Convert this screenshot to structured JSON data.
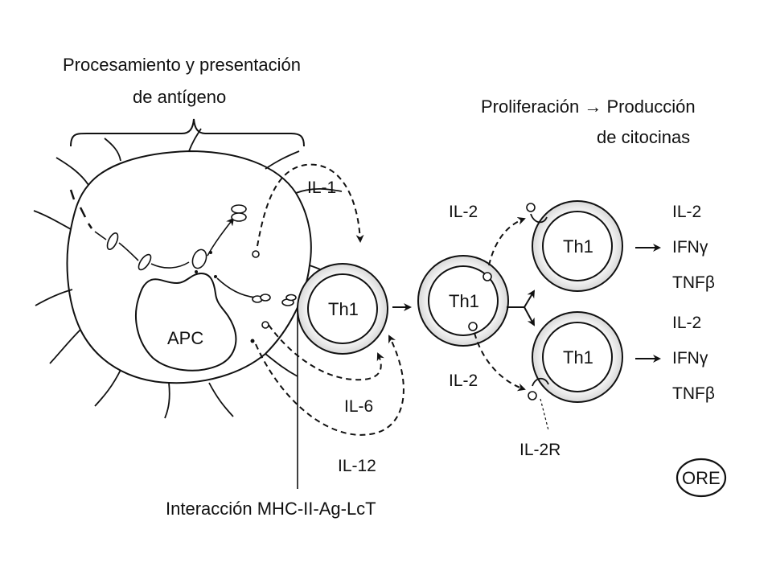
{
  "header": {
    "processing_line1": "Procesamiento y presentación",
    "processing_line2": "de antígeno",
    "proliferation_line1": "Proliferación → Producción",
    "proliferation_line2": "de citocinas"
  },
  "cells": {
    "apc": "APC",
    "th1_main": "Th1",
    "th1_middle": "Th1",
    "th1_top": "Th1",
    "th1_bottom": "Th1"
  },
  "cytokines": {
    "il1": "IL-1",
    "il6": "IL-6",
    "il12": "IL-12",
    "il2_top": "IL-2",
    "il2_bottom": "IL-2",
    "il2r": "IL-2R"
  },
  "outputs": {
    "top": [
      "IL-2",
      "IFNγ",
      "TNFβ"
    ],
    "bottom": [
      "IL-2",
      "IFNγ",
      "TNFβ"
    ]
  },
  "interaction_label": "Interacción MHC-II-Ag-LcT",
  "logo": "ORE"
}
